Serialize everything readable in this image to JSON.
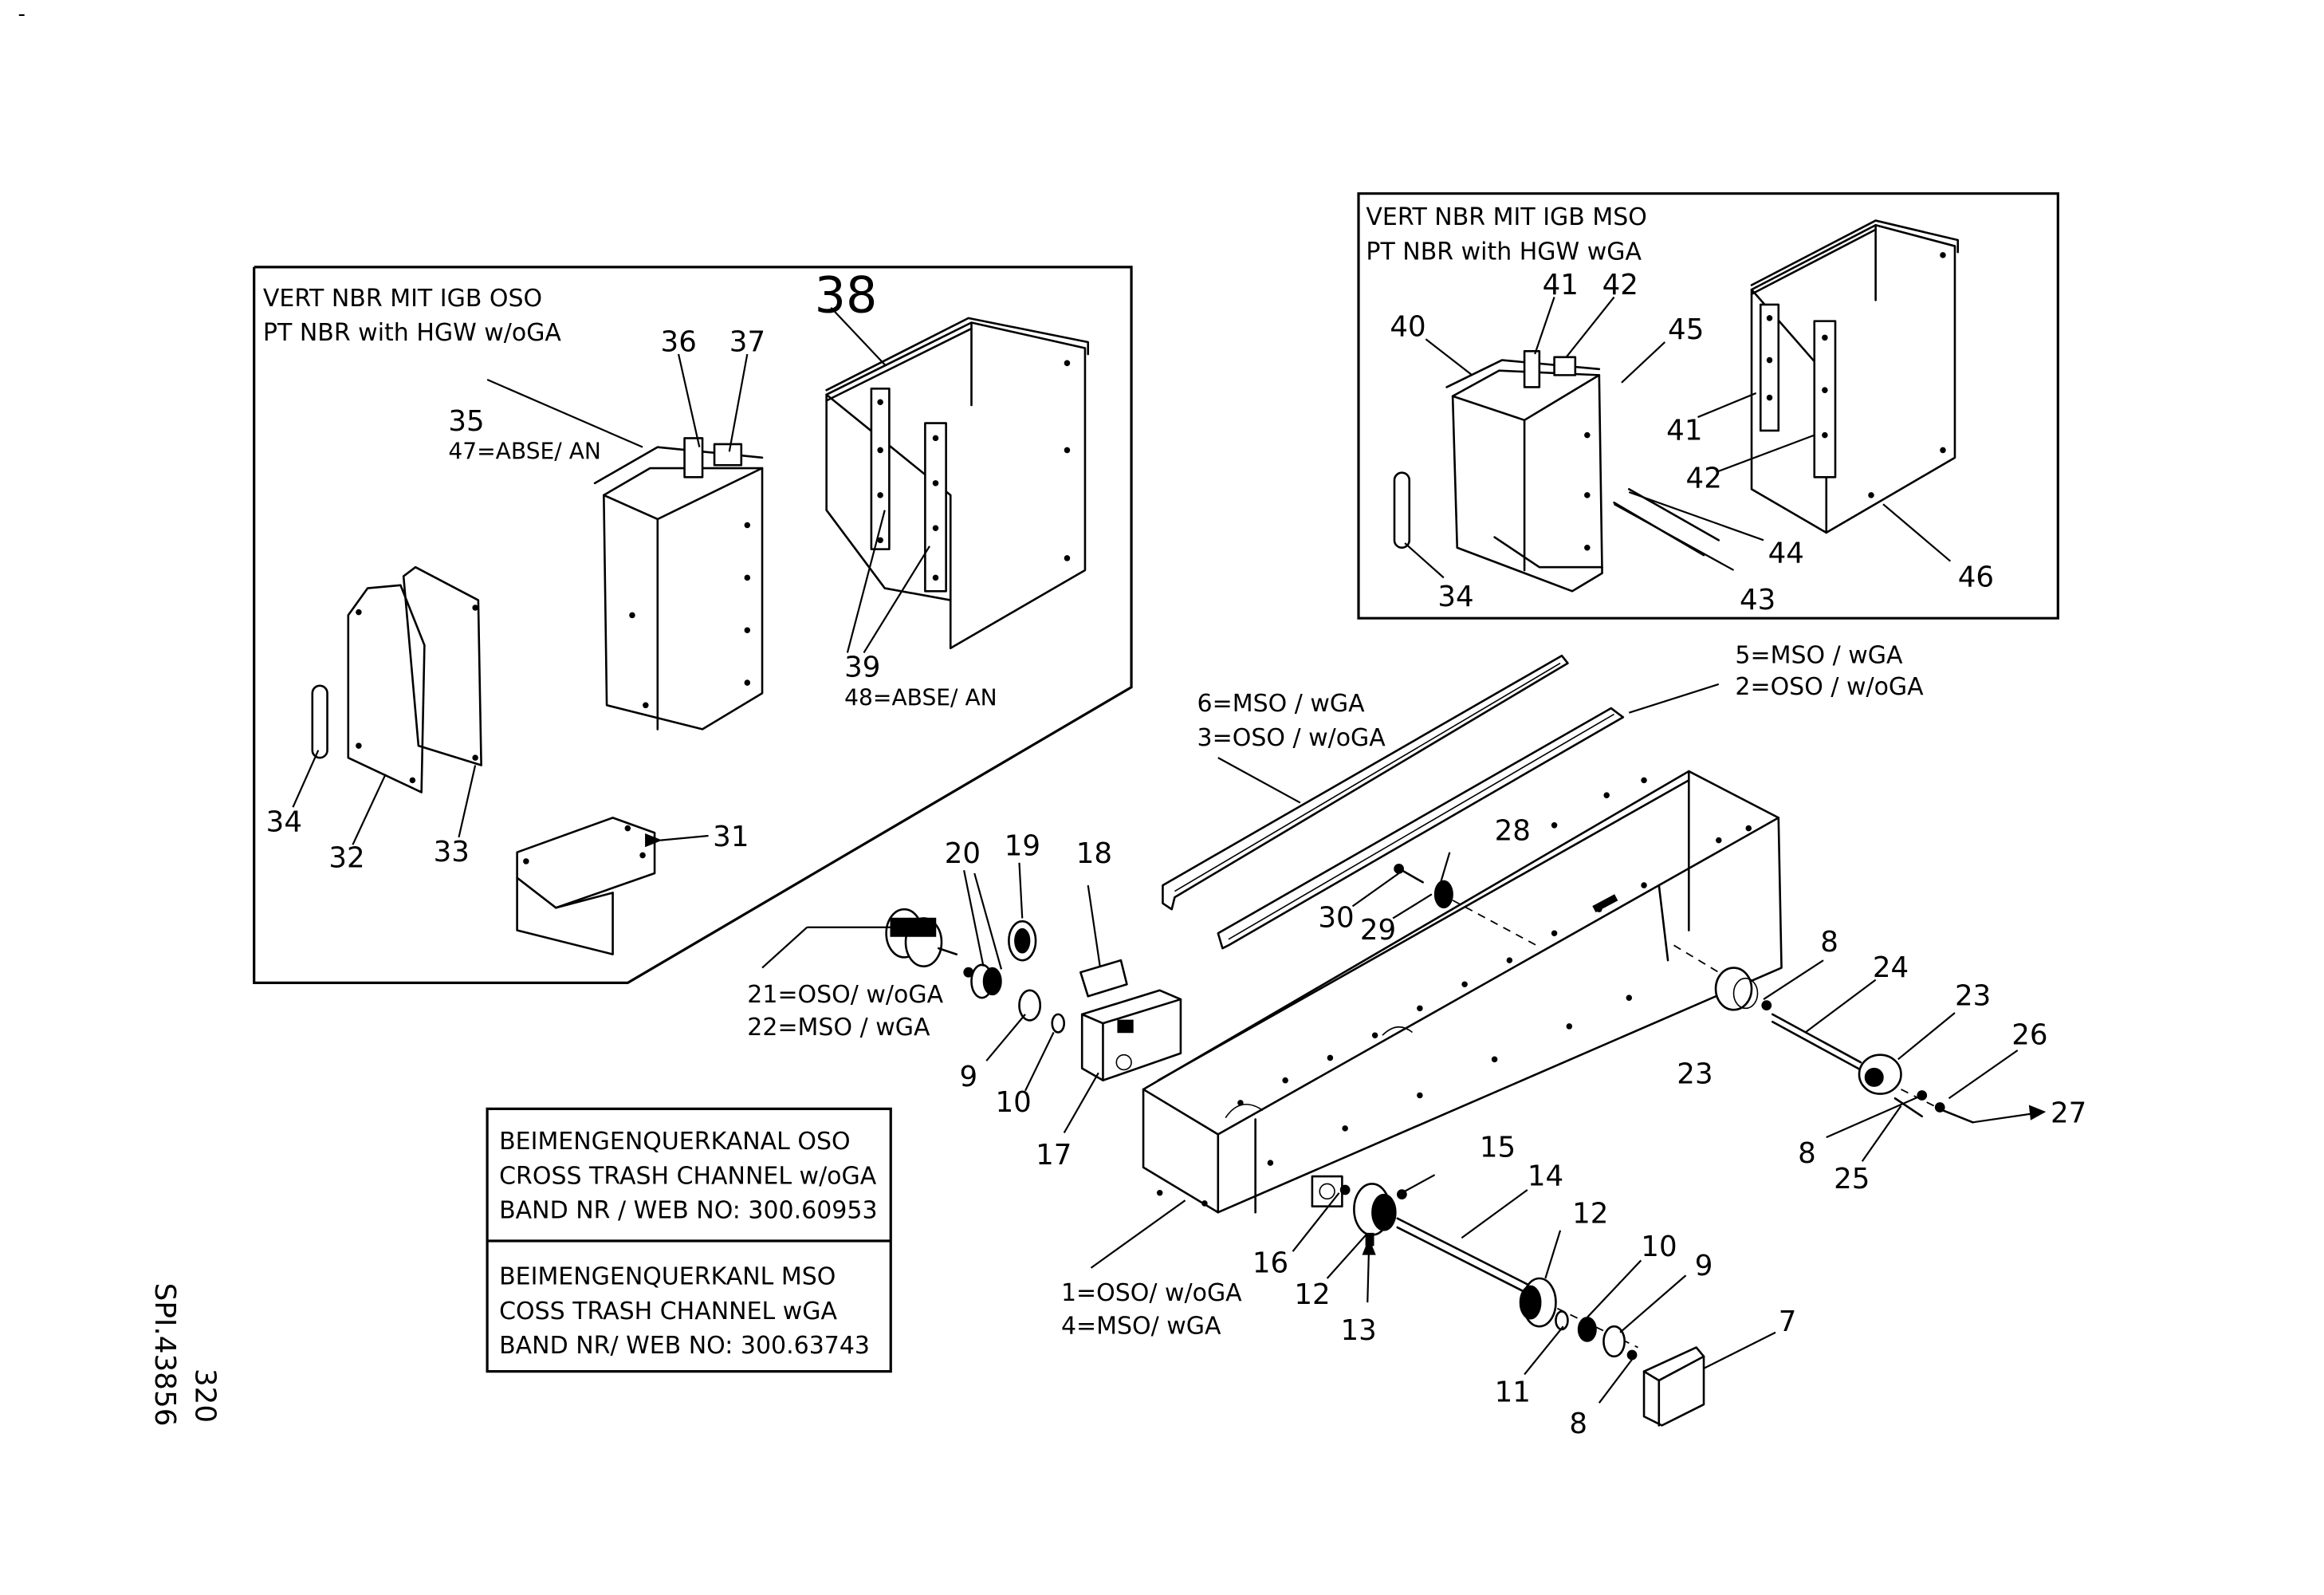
{
  "corner_mark": "-",
  "panel_oso": {
    "title_de": "VERT NBR MIT IGB OSO",
    "title_en": "PT NBR with HGW w/oGA",
    "note_35": "47=ABSE/ AN",
    "note_39": "48=ABSE/ AN"
  },
  "panel_mso": {
    "title_de": "VERT NBR MIT IGB MSO",
    "title_en": "PT NBR with HGW wGA"
  },
  "variant_notes": {
    "n_5_2_line1": "5=MSO / wGA",
    "n_5_2_line2": "2=OSO / w/oGA",
    "n_6_3_line1": "6=MSO / wGA",
    "n_6_3_line2": "3=OSO / w/oGA",
    "n_21_22_line1": "21=OSO/ w/oGA",
    "n_21_22_line2": "22=MSO / wGA",
    "n_1_4_line1": "1=OSO/ w/oGA",
    "n_1_4_line2": "4=MSO/ wGA"
  },
  "title_block": {
    "oso_line1": "BEIMENGENQUERKANAL OSO",
    "oso_line2": "CROSS TRASH CHANNEL w/oGA",
    "oso_line3": "BAND NR / WEB NO: 300.60953",
    "mso_line1": "BEIMENGENQUERKANL MSO",
    "mso_line2": "COSS TRASH CHANNEL wGA",
    "mso_line3": "BAND NR/ WEB NO: 300.63743"
  },
  "side_codes": {
    "drawing_no": "SPI.43856",
    "page_no": "320"
  },
  "callouts": {
    "c38": "38",
    "c36": "36",
    "c37": "37",
    "c35": "35",
    "c39": "39",
    "c34a": "34",
    "c32": "32",
    "c33": "33",
    "c31": "31",
    "c40": "40",
    "c41a": "41",
    "c42a": "42",
    "c45": "45",
    "c41b": "41",
    "c42b": "42",
    "c44": "44",
    "c46": "46",
    "c34b": "34",
    "c43": "43",
    "c28": "28",
    "c30": "30",
    "c29": "29",
    "c20": "20",
    "c19": "19",
    "c18": "18",
    "c9a": "9",
    "c10a": "10",
    "c17": "17",
    "c8a": "8",
    "c24": "24",
    "c23a": "23",
    "c23b": "23",
    "c26": "26",
    "c27": "27",
    "c8b": "8",
    "c25": "25",
    "c15": "15",
    "c14": "14",
    "c16": "16",
    "c12a": "12",
    "c12b": "12",
    "c13": "13",
    "c10b": "10",
    "c9b": "9",
    "c7": "7",
    "c11": "11",
    "c8c": "8"
  }
}
